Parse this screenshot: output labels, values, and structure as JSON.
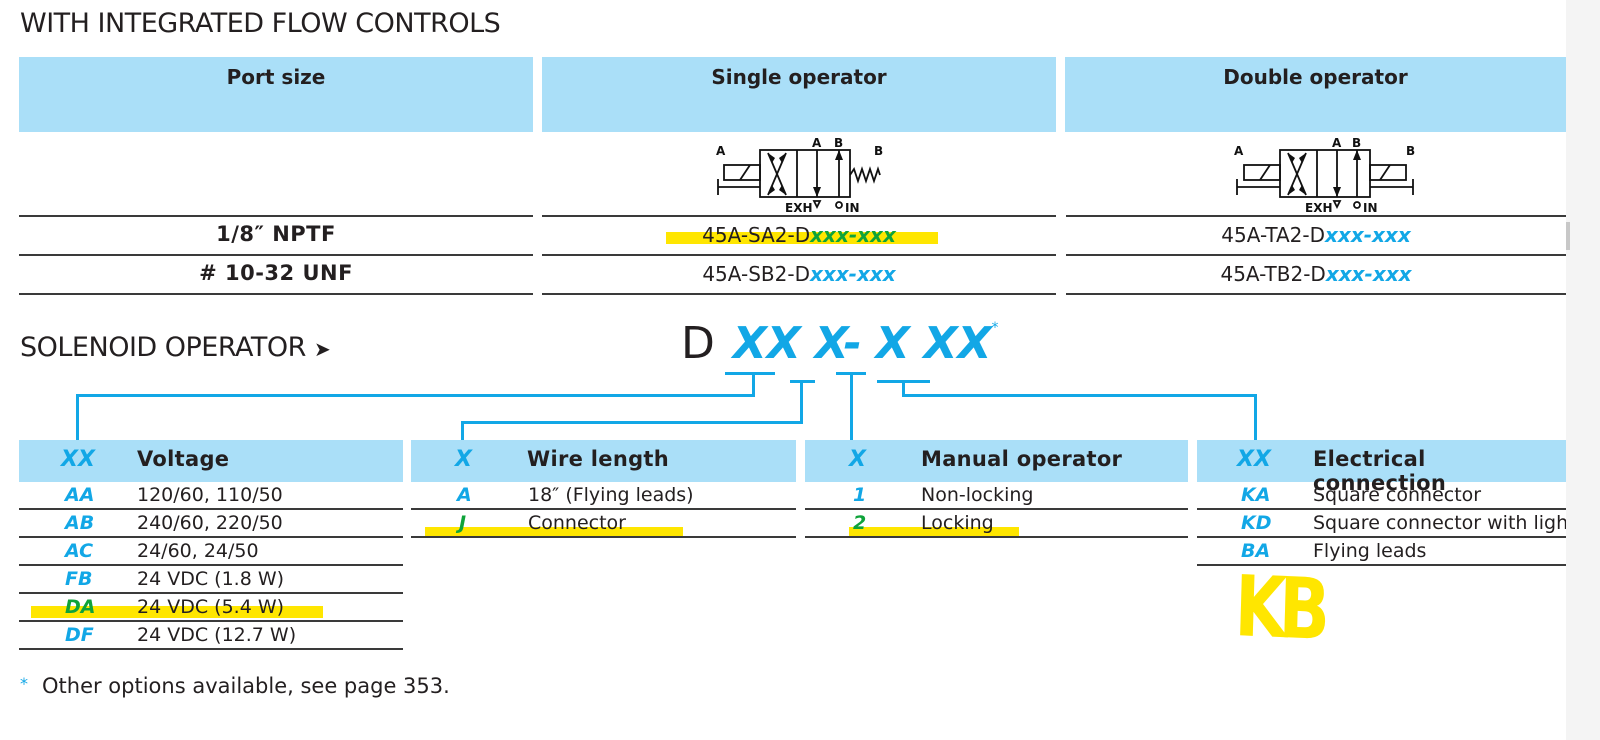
{
  "section_title": "WITH INTEGRATED FLOW CONTROLS",
  "valve_table": {
    "headers": [
      "Port size",
      "Single operator",
      "Double operator"
    ],
    "symbol_labels": {
      "port_a": "A",
      "port_b": "B",
      "exhaust": "EXH",
      "inlet": "IN"
    },
    "rows": [
      {
        "port_size": "1/8″ NPTF",
        "single_prefix": "45A-SA2-D",
        "single_suffix": "xxx-xxx",
        "single_highlighted": true,
        "double_prefix": "45A-TA2-D",
        "double_suffix": "xxx-xxx"
      },
      {
        "port_size": "# 10-32 UNF",
        "single_prefix": "45A-SB2-D",
        "single_suffix": "xxx-xxx",
        "single_highlighted": false,
        "double_prefix": "45A-TB2-D",
        "double_suffix": "xxx-xxx"
      }
    ]
  },
  "solenoid": {
    "title": "SOLENOID OPERATOR",
    "arrow": "➤",
    "code": {
      "prefix": "D",
      "part1": "XX",
      "part2": "X",
      "dash": "-",
      "part3": "X",
      "part4": "XX",
      "asterisk": "*"
    }
  },
  "option_tables": [
    {
      "key_header": "XX",
      "title": "Voltage",
      "rows": [
        {
          "code": "AA",
          "desc": "120/60, 110/50"
        },
        {
          "code": "AB",
          "desc": "240/60, 220/50"
        },
        {
          "code": "AC",
          "desc": "24/60, 24/50"
        },
        {
          "code": "FB",
          "desc": "24 VDC (1.8 W)"
        },
        {
          "code": "DA",
          "desc": "24 VDC (5.4 W)",
          "highlighted": true
        },
        {
          "code": "DF",
          "desc": "24 VDC (12.7 W)"
        }
      ]
    },
    {
      "key_header": "X",
      "title": "Wire length",
      "rows": [
        {
          "code": "A",
          "desc": "18″ (Flying leads)"
        },
        {
          "code": "J",
          "desc": "Connector",
          "highlighted": true
        }
      ]
    },
    {
      "key_header": "X",
      "title": "Manual operator",
      "rows": [
        {
          "code": "1",
          "desc": "Non-locking"
        },
        {
          "code": "2",
          "desc": "Locking",
          "highlighted": true
        }
      ]
    },
    {
      "key_header": "XX",
      "title": "Electrical connection",
      "rows": [
        {
          "code": "KA",
          "desc": "Square connector"
        },
        {
          "code": "KD",
          "desc": "Square connector with light"
        },
        {
          "code": "BA",
          "desc": "Flying leads"
        }
      ]
    }
  ],
  "handwritten_annotation": "KB",
  "footnote": {
    "marker": "*",
    "text": "Other options available, see page 353."
  },
  "colors": {
    "header_bg": "#aadff8",
    "code_blue": "#12a7e6",
    "code_green": "#0fa33a",
    "highlight_yellow": "#ffe600"
  }
}
